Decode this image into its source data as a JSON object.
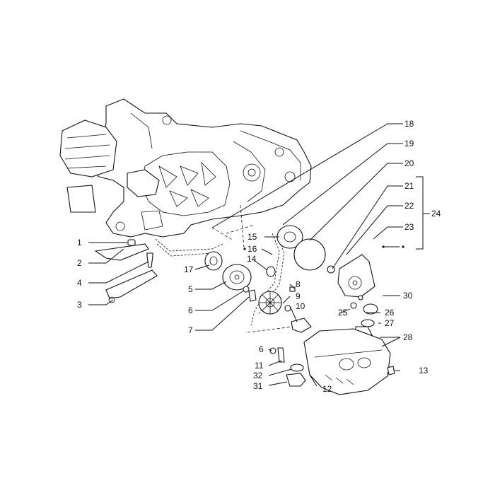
{
  "diagram": {
    "callouts": [
      {
        "id": "1",
        "text": "1"
      },
      {
        "id": "2",
        "text": "2"
      },
      {
        "id": "3",
        "text": "3"
      },
      {
        "id": "4",
        "text": "4"
      },
      {
        "id": "5",
        "text": "5"
      },
      {
        "id": "6a",
        "text": "6"
      },
      {
        "id": "6b",
        "text": "6"
      },
      {
        "id": "7",
        "text": "7"
      },
      {
        "id": "8",
        "text": "8"
      },
      {
        "id": "9",
        "text": "9"
      },
      {
        "id": "10",
        "text": "10"
      },
      {
        "id": "11",
        "text": "11"
      },
      {
        "id": "12",
        "text": "12"
      },
      {
        "id": "13",
        "text": "13"
      },
      {
        "id": "14",
        "text": "14"
      },
      {
        "id": "15",
        "text": "15"
      },
      {
        "id": "16",
        "text": "16"
      },
      {
        "id": "17",
        "text": "17"
      },
      {
        "id": "18",
        "text": "18"
      },
      {
        "id": "19",
        "text": "19"
      },
      {
        "id": "20",
        "text": "20"
      },
      {
        "id": "21",
        "text": "21"
      },
      {
        "id": "22",
        "text": "22"
      },
      {
        "id": "23",
        "text": "23"
      },
      {
        "id": "24",
        "text": "24"
      },
      {
        "id": "25",
        "text": "25"
      },
      {
        "id": "26",
        "text": "26"
      },
      {
        "id": "27",
        "text": "27"
      },
      {
        "id": "28",
        "text": "28"
      },
      {
        "id": "30",
        "text": "30"
      },
      {
        "id": "31",
        "text": "31"
      },
      {
        "id": "32",
        "text": "32"
      }
    ]
  }
}
